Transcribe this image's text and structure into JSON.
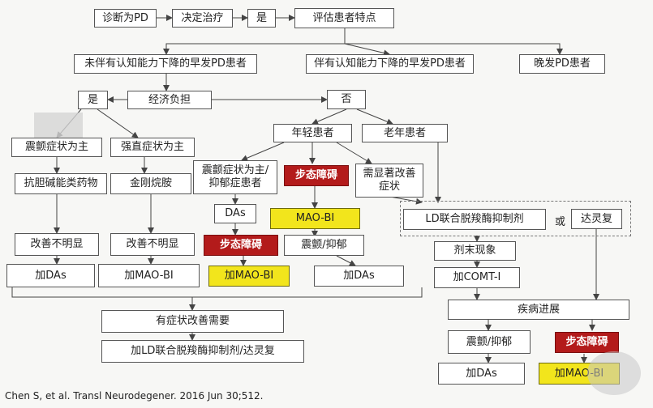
{
  "nodes": {
    "diagnose": "诊断为PD",
    "decide": "决定治疗",
    "yes_top": "是",
    "evaluate": "评估患者特点",
    "early_no_cog": "未伴有认知能力下降的早发PD患者",
    "early_cog": "伴有认知能力下降的早发PD患者",
    "late_onset": "晚发PD患者",
    "yes_econ": "是",
    "econ_burden": "经济负担",
    "no_econ": "否",
    "young": "年轻患者",
    "old": "老年患者",
    "tremor_main": "震颤症状为主",
    "rigid_main": "强直症状为主",
    "tremor_dep": "震颤症状为主/\n抑郁症患者",
    "gait_1": "步态障碍",
    "need_improve": "需显著改善\n症状",
    "anticholinergic": "抗胆碱能类药物",
    "amantadine": "金刚烷胺",
    "das_box": "DAs",
    "mao_bi_1": "MAO-BI",
    "ld_inhib": "LD联合脱羧酶抑制剂",
    "or_text": "或",
    "stalevo": "达灵复",
    "no_improve_1": "改善不明显",
    "no_improve_2": "改善不明显",
    "gait_2": "步态障碍",
    "tremor_dep2": "震颤/抑郁",
    "wearing_off": "剂末现象",
    "add_das_1": "加DAs",
    "add_mao_1": "加MAO-BI",
    "add_mao_2": "加MAO-BI",
    "add_das_2": "加DAs",
    "add_comt": "加COMT-I",
    "progression": "疾病进展",
    "symptom_need": "有症状改善需要",
    "add_ld": "加LD联合脱羧酶抑制剂/达灵复",
    "tremor_dep3": "震颤/抑郁",
    "gait_3": "步态障碍",
    "add_das_3": "加DAs",
    "add_mao_3": "加MAO-BI"
  },
  "caption": "Chen S, et al. Transl Neurodegener. 2016 Jun 30;512.",
  "colors": {
    "red": "#b31b1b",
    "yellow": "#f2e51c",
    "line": "#444444"
  }
}
